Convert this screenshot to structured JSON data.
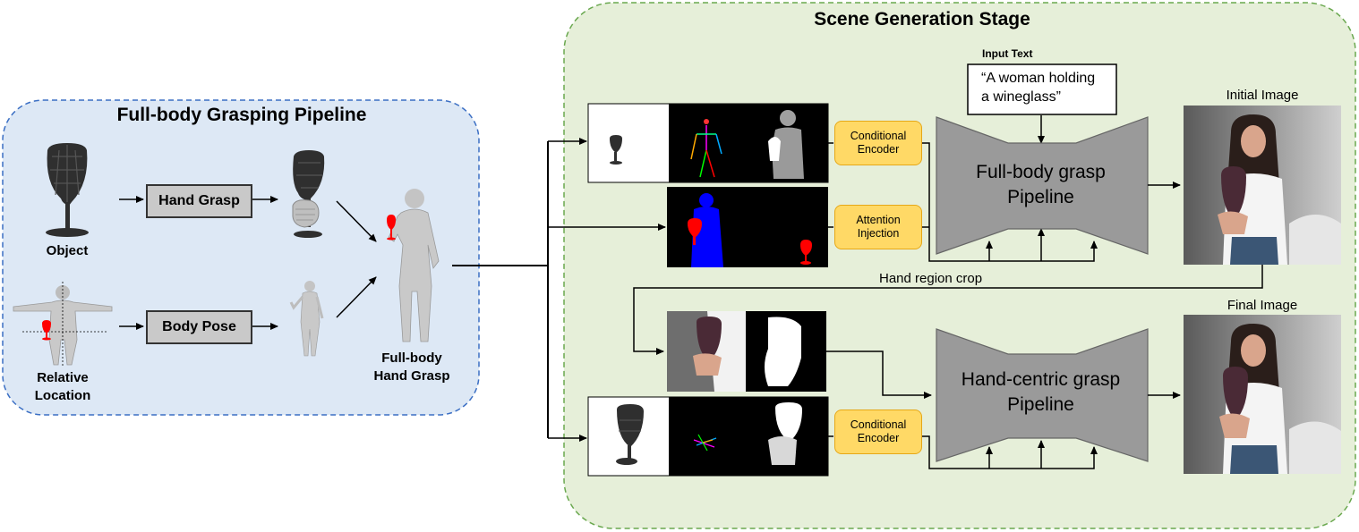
{
  "left_panel": {
    "title": "Full-body Grasping Pipeline",
    "object_label": "Object",
    "relative_location_label": [
      "Relative",
      "Location"
    ],
    "hand_grasp_box": "Hand Grasp",
    "body_pose_box": "Body Pose",
    "full_body_label": [
      "Full-body",
      "Hand Grasp"
    ]
  },
  "right_panel": {
    "title": "Scene Generation Stage",
    "input_text_label": "Input Text",
    "input_text_lines": [
      "“A woman holding",
      "a wineglass”"
    ],
    "cond_encoder_top": [
      "Conditional",
      "Encoder"
    ],
    "attention_injection": [
      "Attention",
      "Injection"
    ],
    "cond_encoder_bottom": [
      "Conditional",
      "Encoder"
    ],
    "top_pipeline": [
      "Full-body grasp",
      "Pipeline"
    ],
    "bottom_pipeline": [
      "Hand-centric grasp",
      "Pipeline"
    ],
    "hand_region_crop": "Hand region crop",
    "initial_image_label": "Initial Image",
    "final_image_label": "Final Image"
  },
  "colors": {
    "left_bg": "#dde8f5",
    "left_border": "#3b6fc4",
    "right_bg": "#e6efd9",
    "right_border": "#6aa84f",
    "yellow_box": "#ffd966",
    "mask_blue": "#0000ff",
    "mask_red": "#ff0000"
  }
}
